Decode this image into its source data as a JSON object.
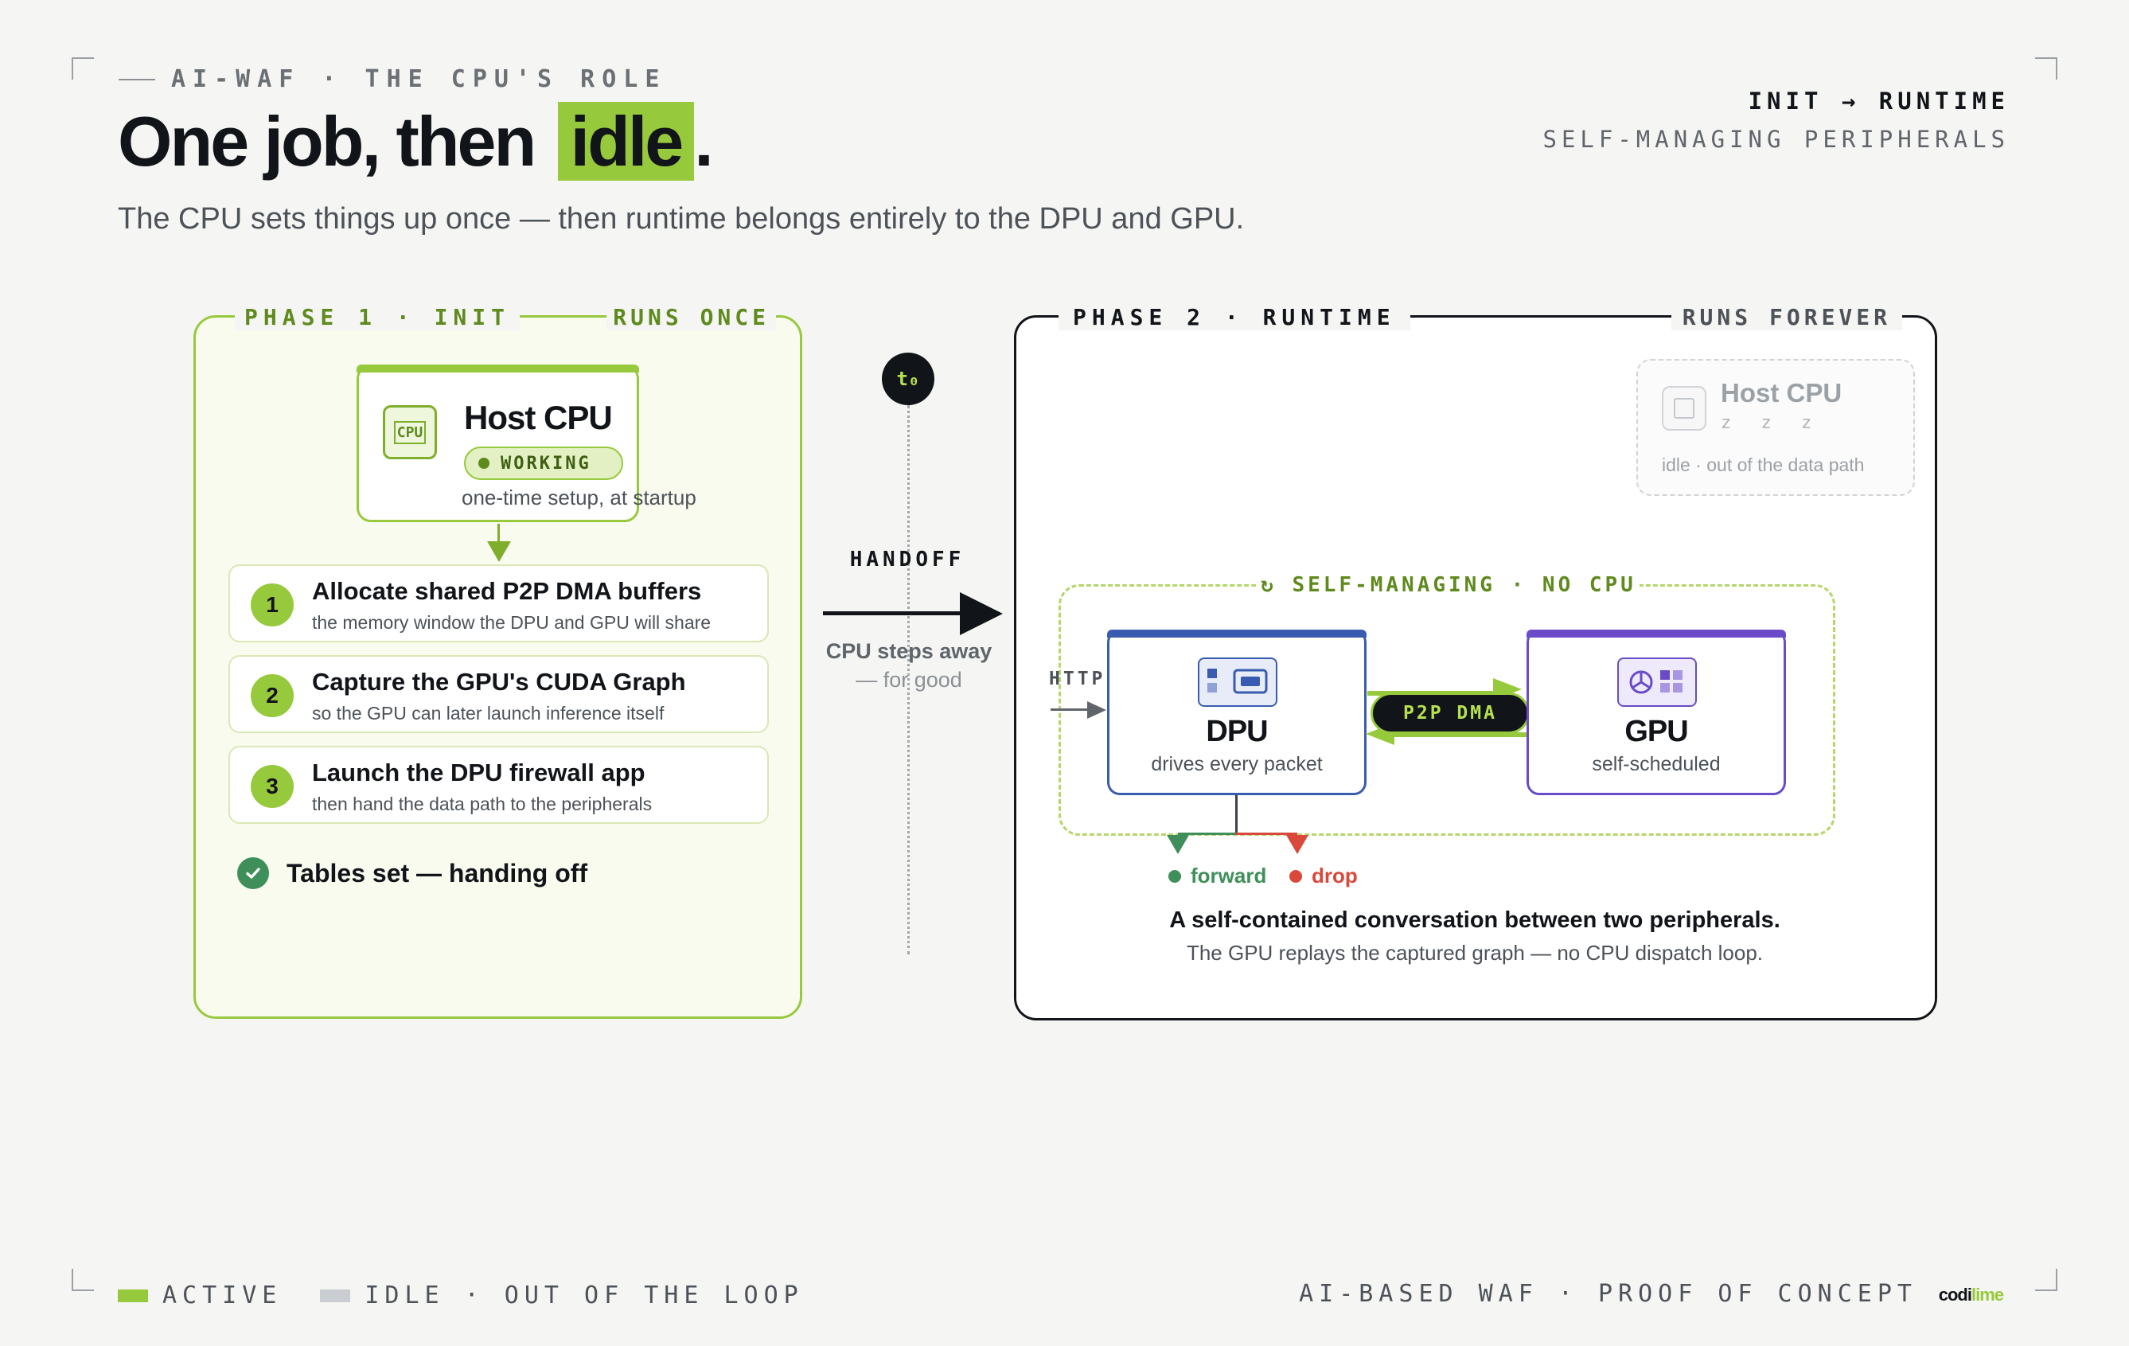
{
  "header": {
    "eyebrow": "AI-WAF · THE CPU'S ROLE",
    "title_pre": "One job, then ",
    "title_highlight": "idle",
    "title_post": ".",
    "subtitle": "The CPU sets things up once — then runtime belongs entirely to the DPU and GPU.",
    "right_line1": "INIT → RUNTIME",
    "right_line2": "SELF-MANAGING PERIPHERALS"
  },
  "phase1": {
    "label": "PHASE 1 · INIT",
    "label_right": "RUNS ONCE",
    "cpu": {
      "name": "Host CPU",
      "chip_text": "CPU",
      "status": "WORKING",
      "note": "one-time setup, at startup"
    },
    "steps": [
      {
        "num": "1",
        "title": "Allocate shared P2P DMA buffers",
        "sub": "the memory window the DPU and GPU will share"
      },
      {
        "num": "2",
        "title": "Capture the GPU's CUDA Graph",
        "sub": "so the GPU can later launch inference itself"
      },
      {
        "num": "3",
        "title": "Launch the DPU firewall app",
        "sub": "then hand the data path to the peripherals"
      }
    ],
    "done": "Tables set — handing off"
  },
  "handoff": {
    "marker": "t₀",
    "label": "HANDOFF",
    "line1": "CPU steps away",
    "line2": "— for good"
  },
  "phase2": {
    "label": "PHASE 2 · RUNTIME",
    "label_right": "RUNS FOREVER",
    "idle_cpu": {
      "name": "Host CPU",
      "zzz": "z z z",
      "note": "idle · out of the data path"
    },
    "self_label": "↻ SELF-MANAGING · NO CPU",
    "http_in": "HTTP IN",
    "dpu": {
      "name": "DPU",
      "desc": "drives every packet"
    },
    "gpu": {
      "name": "GPU",
      "desc": "self-scheduled"
    },
    "p2p": "P2P DMA",
    "forward": "forward",
    "drop": "drop",
    "caption_title": "A self-contained conversation between two peripherals.",
    "caption_sub": "The GPU replays the captured graph — no CPU dispatch loop."
  },
  "footer": {
    "legend_active": "ACTIVE",
    "legend_idle": "IDLE · OUT OF THE LOOP",
    "right": "AI-BASED WAF · PROOF OF CONCEPT",
    "logo_a": "codi",
    "logo_b": "lime"
  },
  "colors": {
    "accent": "#97c93d",
    "dpu": "#3a5cb0",
    "gpu": "#6a4cc8",
    "forward": "#3f8f5a",
    "drop": "#d9483b",
    "ink": "#111418"
  }
}
